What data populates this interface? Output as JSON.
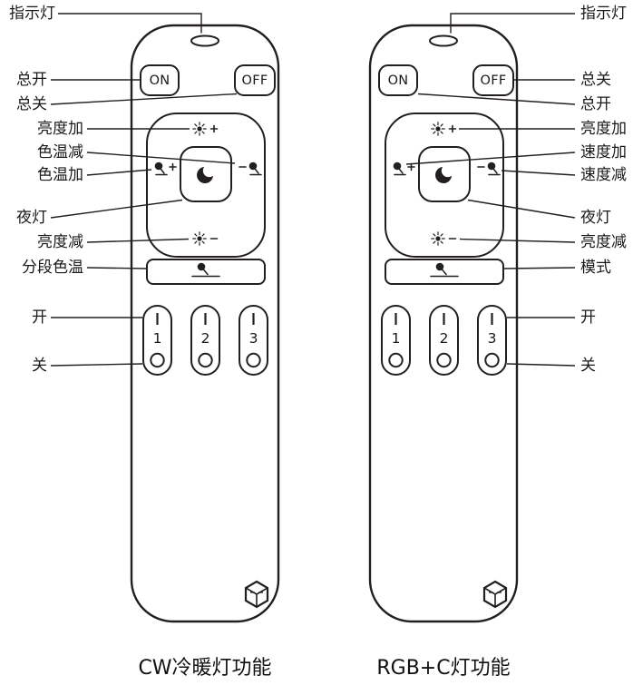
{
  "diagram": {
    "background": "#ffffff",
    "ink_color": "#231f20"
  },
  "left": {
    "caption": "CW冷暖灯功能",
    "buttons": {
      "on": "ON",
      "off": "OFF",
      "k1": "1",
      "k2": "2",
      "k3": "3"
    },
    "labels": {
      "indicator": "指示灯",
      "master_on": "总开",
      "master_off": "总关",
      "brightness_up": "亮度加",
      "cct_down": "色温减",
      "cct_up": "色温加",
      "night_light": "夜灯",
      "brightness_down": "亮度减",
      "segment_cct": "分段色温",
      "key_on": "开",
      "key_off": "关"
    }
  },
  "right": {
    "caption": "RGB+C灯功能",
    "buttons": {
      "on": "ON",
      "off": "OFF",
      "k1": "1",
      "k2": "2",
      "k3": "3"
    },
    "labels": {
      "indicator": "指示灯",
      "master_off": "总关",
      "master_on": "总开",
      "brightness_up": "亮度加",
      "speed_up": "速度加",
      "speed_down": "速度减",
      "night_light": "夜灯",
      "brightness_down": "亮度减",
      "mode": "模式",
      "key_on": "开",
      "key_off": "关"
    }
  },
  "icons": {
    "indicator-light": "oval pill",
    "brightness-up-icon": "☼+",
    "brightness-down-icon": "☼−",
    "lamp-plus-icon": "lamp +",
    "lamp-minus-icon": "lamp −",
    "night-light-icon": "☾ crescent moon",
    "mode-lamp-icon": "desk lamp",
    "key-bar-icon": "|",
    "key-circle-icon": "○",
    "brand-logo-icon": "cube logo"
  }
}
